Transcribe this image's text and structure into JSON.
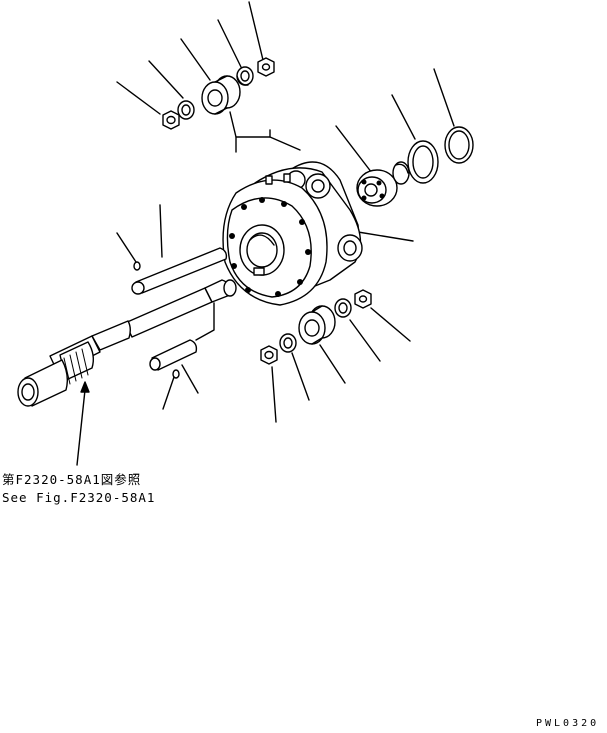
{
  "diagram": {
    "reference_note_jp": "第F2320-58A1図参照",
    "reference_note_en": "See Fig.F2320-58A1",
    "drawing_code": "PWL0320"
  },
  "colors": {
    "line": "#000000",
    "background": "#ffffff"
  }
}
